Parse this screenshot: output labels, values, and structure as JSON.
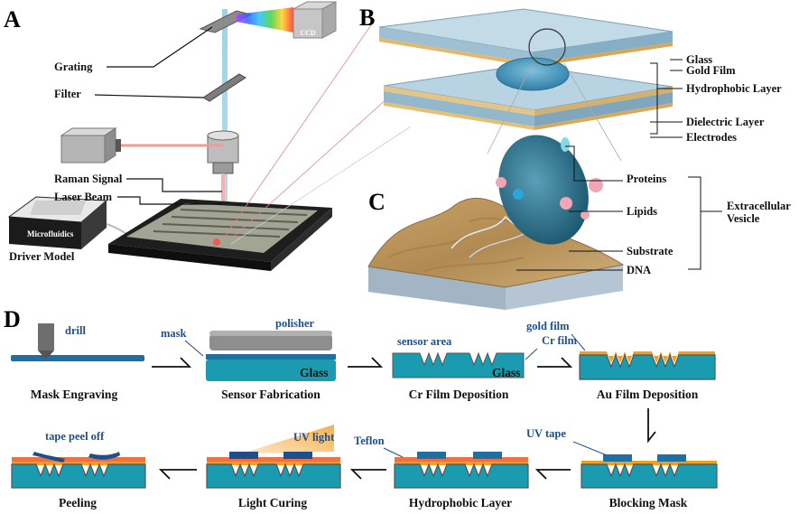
{
  "panels": {
    "a": "A",
    "b": "B",
    "c": "C",
    "d": "D"
  },
  "panel_a": {
    "grating": "Grating",
    "filter": "Filter",
    "raman_signal": "Raman Signal",
    "laser_beam": "Laser Beam",
    "driver_model": "Driver Model",
    "ccd": "CCD",
    "chip_brand": "Microfluidics"
  },
  "panel_b": {
    "glass": "Glass",
    "gold_film": "Gold Film",
    "hydrophobic_layer": "Hydrophobic Layer",
    "dielectric_layer": "Dielectric Layer",
    "electrodes": "Electrodes"
  },
  "panel_c": {
    "proteins": "Proteins",
    "lipids": "Lipids",
    "substrate": "Substrate",
    "dna": "DNA",
    "extracellular_vesicle": [
      "Extracellular",
      "Vesicle"
    ]
  },
  "panel_d": {
    "drill": "drill",
    "mask": "mask",
    "polisher": "polisher",
    "glass": "Glass",
    "sensor_area": "sensor area",
    "gold_film": "gold film",
    "cr_film": "Cr film",
    "uv_tape": "UV tape",
    "teflon": "Teflon",
    "uv_light": "UV light",
    "tape_peel_off": "tape peel off",
    "steps": [
      "Mask Engraving",
      "Sensor Fabrication",
      "Cr Film Deposition",
      "Au Film Deposition",
      "Blocking Mask",
      "Hydrophobic Layer",
      "Light Curing",
      "Peeling"
    ]
  }
}
